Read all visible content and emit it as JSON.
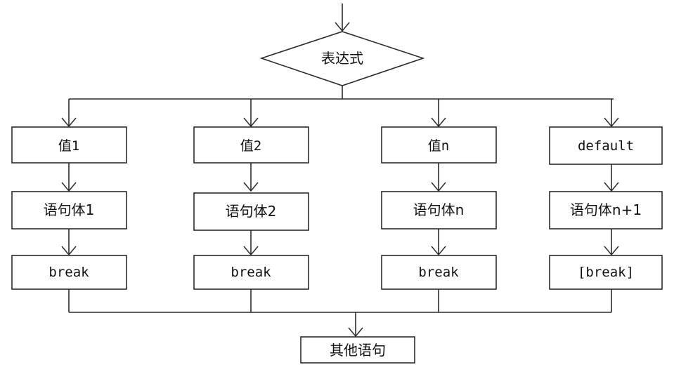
{
  "diagram": {
    "decision": "表达式",
    "branches": [
      {
        "case_label": "值1",
        "body_label": "语句体1",
        "break_label": "break"
      },
      {
        "case_label": "值2",
        "body_label": "语句体2",
        "break_label": "break"
      },
      {
        "case_label": "值n",
        "body_label": "语句体n",
        "break_label": "break"
      },
      {
        "case_label": "default",
        "body_label": "语句体n+1",
        "break_label": "[break]"
      }
    ],
    "end": "其他语句"
  }
}
